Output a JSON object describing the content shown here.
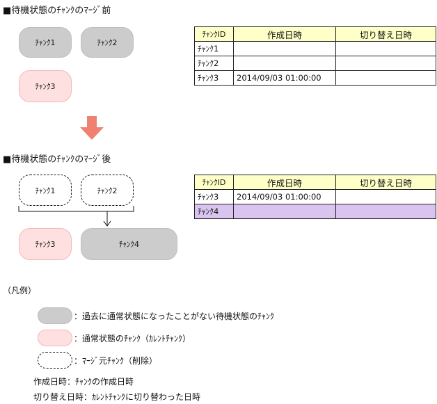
{
  "before": {
    "heading": "■待機状態のﾁｬﾝｸのﾏｰｼﾞ前",
    "chunks": [
      "ﾁｬﾝｸ1",
      "ﾁｬﾝｸ2",
      "ﾁｬﾝｸ3"
    ],
    "table": {
      "headers": [
        "ﾁｬﾝｸID",
        "作成日時",
        "切り替え日時"
      ],
      "rows": [
        [
          "ﾁｬﾝｸ1",
          "",
          ""
        ],
        [
          "ﾁｬﾝｸ2",
          "",
          ""
        ],
        [
          "ﾁｬﾝｸ3",
          "2014/09/03 01:00:00",
          ""
        ]
      ]
    }
  },
  "after": {
    "heading": "■待機状態のﾁｬﾝｸのﾏｰｼﾞ後",
    "chunks": [
      "ﾁｬﾝｸ1",
      "ﾁｬﾝｸ2",
      "ﾁｬﾝｸ3",
      "ﾁｬﾝｸ4"
    ],
    "table": {
      "headers": [
        "ﾁｬﾝｸID",
        "作成日時",
        "切り替え日時"
      ],
      "rows": [
        [
          "ﾁｬﾝｸ3",
          "2014/09/03 01:00:00",
          ""
        ],
        [
          "ﾁｬﾝｸ4",
          "",
          ""
        ]
      ]
    }
  },
  "legend": {
    "title": "（凡例）",
    "gray": "：過去に通常状態になったことがない待機状態のﾁｬﾝｸ",
    "pink": "：通常状態のﾁｬﾝｸ（ｶﾚﾝﾄﾁｬﾝｸ）",
    "dashed": "：ﾏｰｼﾞ元ﾁｬﾝｸ（削除）",
    "created": "作成日時：ﾁｬﾝｸの作成日時",
    "switched": "切り替え日時：ｶﾚﾝﾄﾁｬﾝｸに切り替わった日時"
  },
  "colors": {
    "gray_chunk": "#cccccc",
    "pink_chunk": "#ffe0e0",
    "table_header": "#ffffc8",
    "highlight_row": "#d9c4ef",
    "arrow": "#f08070"
  }
}
